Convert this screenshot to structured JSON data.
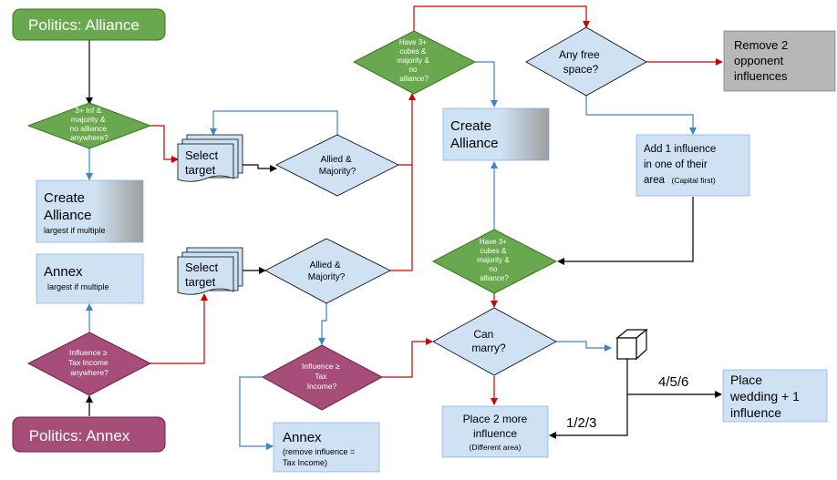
{
  "colors": {
    "green": "#6aa84f",
    "maroon": "#a64d79",
    "light_blue": "#cfe2f3",
    "gray": "#b7b7b7",
    "blue_line": "#3d85c6",
    "red_line": "#cc0000",
    "black_line": "#000000"
  },
  "nodes": {
    "start_alliance": "Politics: Alliance",
    "start_annex": "Politics: Annex",
    "d_inf_majority": [
      "3+ inf &",
      "majority &",
      "no alliance",
      "anywhere?"
    ],
    "create_alliance_left": {
      "line1": "Create",
      "line2": "Alliance",
      "sub": "largest if multiple"
    },
    "annex_left": {
      "line1": "Annex",
      "sub": "largest if multiple"
    },
    "d_influence_tax_left": [
      "Influence ≥",
      "Tax Income",
      "anywhere?"
    ],
    "select_target_1": [
      "Select",
      "target"
    ],
    "select_target_2": [
      "Select",
      "target"
    ],
    "d_allied_1": [
      "Allied &",
      "Majority?"
    ],
    "d_allied_2": [
      "Allied &",
      "Majority?"
    ],
    "d_influence_tax_mid": [
      "Influence ≥",
      "Tax",
      "Income?"
    ],
    "annex_bottom": {
      "line1": "Annex",
      "sub1": "(remove influence =",
      "sub2": "Tax Income)"
    },
    "d_have3_top": [
      "Have 3+",
      "cubes &",
      "majority &",
      "no",
      "alliance?"
    ],
    "create_alliance_mid": [
      "Create",
      "Alliance"
    ],
    "d_have3_mid": [
      "Have 3+",
      "cubes &",
      "majority &",
      "no",
      "alliance?"
    ],
    "d_free_space": [
      "Any free",
      "space?"
    ],
    "remove_two": [
      "Remove 2",
      "opponent",
      "influences"
    ],
    "add_one": {
      "line1": "Add 1 influence",
      "line2": "in one of their",
      "line3": "area",
      "sub": "(Capital first)"
    },
    "d_can_marry": [
      "Can",
      "marry?"
    ],
    "place_two": {
      "line1": "Place 2 more",
      "line2": "influence",
      "sub": "(Different area)"
    },
    "place_wedding": [
      "Place",
      "wedding + 1",
      "influence"
    ],
    "die_icon": "cube-die"
  },
  "edge_labels": {
    "roll_low": "1/2/3",
    "roll_high": "4/5/6"
  }
}
